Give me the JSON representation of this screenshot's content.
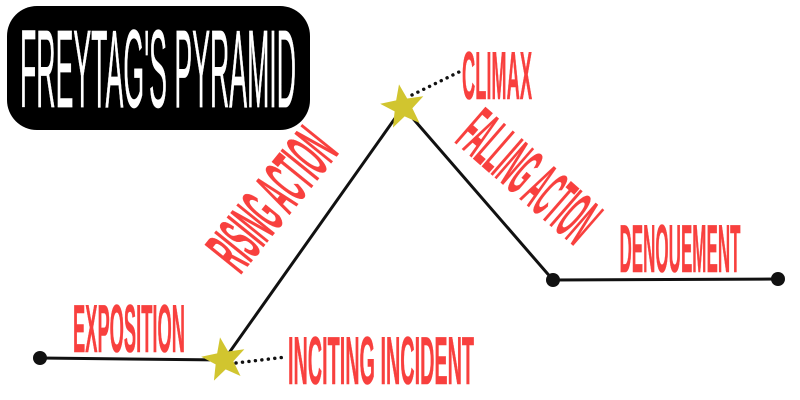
{
  "title": "FREYTAG'S PYRAMID",
  "diagram": {
    "type": "plot-structure-arc",
    "stages": [
      {
        "id": "exposition",
        "label": "EXPOSITION",
        "marker": "dot"
      },
      {
        "id": "inciting-incident",
        "label": "INCITING INCIDENT",
        "marker": "star"
      },
      {
        "id": "rising-action",
        "label": "RISING ACTION",
        "marker": "none"
      },
      {
        "id": "climax",
        "label": "CLIMAX",
        "marker": "star"
      },
      {
        "id": "falling-action",
        "label": "FALLING ACTION",
        "marker": "none"
      },
      {
        "id": "denouement",
        "label": "DENOUEMENT",
        "marker": "dot"
      }
    ]
  },
  "icons": {
    "star_marker": "star-icon",
    "point_marker": "dot-icon"
  },
  "colors": {
    "label": "#f8403e",
    "star": "#d1c52f",
    "line": "#111111",
    "title_bg": "#000000",
    "title_fg": "#ffffff",
    "background": "#ffffff"
  }
}
